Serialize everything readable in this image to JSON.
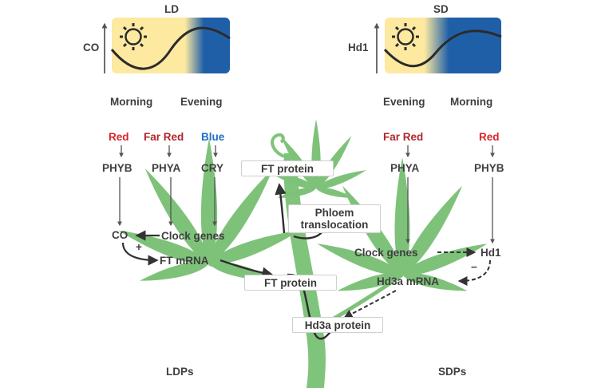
{
  "panels": {
    "ld": {
      "title": "LD",
      "axis_label": "CO",
      "left_time": "Morning",
      "right_time": "Evening"
    },
    "sd": {
      "title": "SD",
      "axis_label": "Hd1",
      "left_time": "Evening",
      "right_time": "Morning"
    }
  },
  "ldp": {
    "light_red": "Red",
    "light_farred": "Far Red",
    "light_blue": "Blue",
    "photo_phyb": "PHYB",
    "photo_phya": "PHYA",
    "photo_cry": "CRY",
    "co": "CO",
    "clock_genes": "Clock genes",
    "plus_sign": "+",
    "ft_mrna": "FT mRNA",
    "caption": "LDPs"
  },
  "sdp": {
    "light_farred": "Far Red",
    "light_red": "Red",
    "photo_phya": "PHYA",
    "photo_phyb": "PHYB",
    "clock_genes": "Clock genes",
    "hd1": "Hd1",
    "hd3a_mrna": "Hd3a mRNA",
    "minus_sign": "−",
    "caption": "SDPs"
  },
  "stem": {
    "ft_protein_top": "FT protein",
    "phloem_line1": "Phloem",
    "phloem_line2": "translocation",
    "ft_protein_mid": "FT protein",
    "hd3a_protein": "Hd3a protein"
  },
  "colors": {
    "leaf": "#7ec27a",
    "stem": "#7fc47b",
    "day_yellow": "#fde9a0",
    "night_blue": "#1f5fa8",
    "red_light": "#d6262b",
    "farred_light": "#b0262a",
    "blue_light": "#1d6fc1",
    "arrow": "#333333"
  },
  "icons": {
    "sun": "sun-icon",
    "moon": "moon-icon"
  }
}
